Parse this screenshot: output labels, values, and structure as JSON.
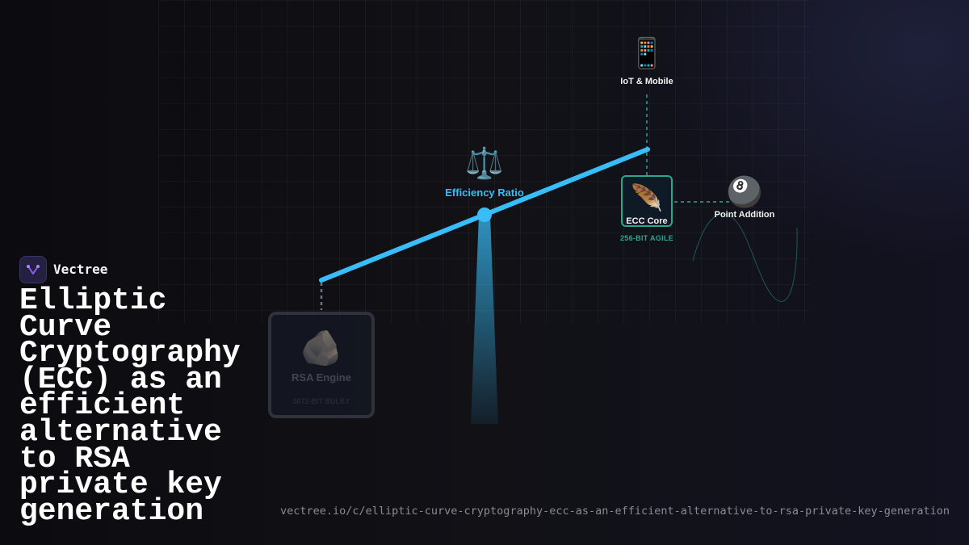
{
  "brand": {
    "name": "Vectree",
    "logo_icon": "vectree-logo-icon",
    "accent": "#8b5cf6"
  },
  "title": "Elliptic Curve Cryptography (ECC) as an efficient alternative to RSA private key generation",
  "url": "vectree.io/c/elliptic-curve-cryptography-ecc-as-an-efficient-alternative-to-rsa-private-key-generation",
  "diagram": {
    "fulcrum": {
      "label": "Efficiency Ratio",
      "icon": "balance-scale-icon",
      "emoji": "⚖️",
      "color": "#38bdf8"
    },
    "ecc": {
      "label": "ECC Core",
      "sublabel": "256-BIT AGILE",
      "icon": "feather-icon",
      "emoji": "🪶",
      "color": "#2ea58c"
    },
    "rsa": {
      "label": "RSA Engine",
      "sublabel": "3072-BIT BULKY",
      "icon": "rock-icon",
      "emoji": "🪨"
    },
    "iot": {
      "label": "IoT & Mobile",
      "icon": "mobile-phone-icon",
      "emoji": "📱"
    },
    "point_addition": {
      "label": "Point Addition",
      "icon": "eight-ball-icon",
      "emoji": "🎱"
    }
  }
}
